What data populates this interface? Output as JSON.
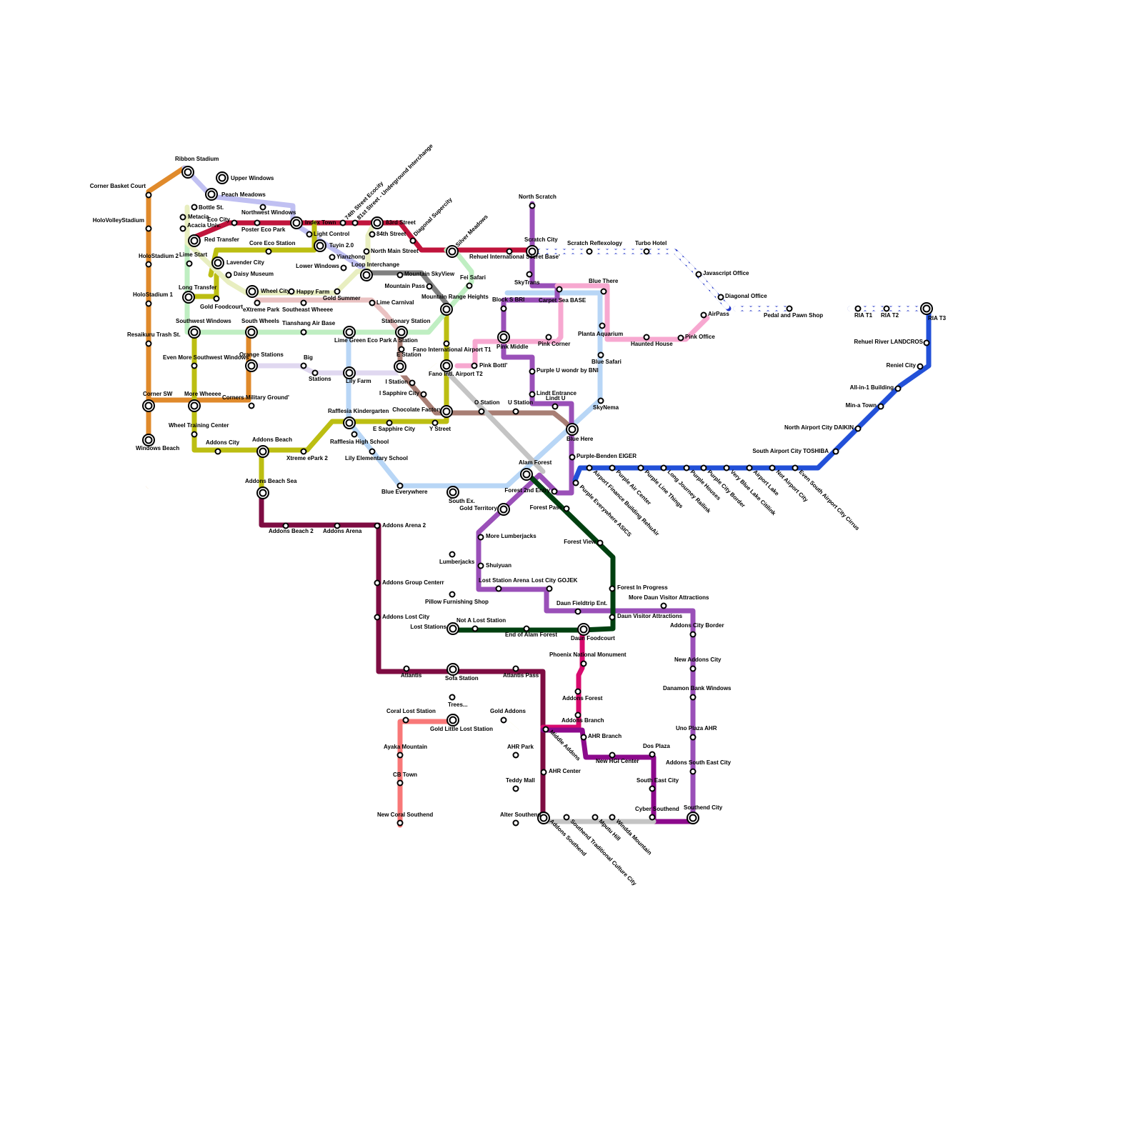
{
  "map_title": "",
  "lines": [
    {
      "id": "orange",
      "color": "#e08a2b"
    },
    {
      "id": "lavender",
      "color": "#c0c0f2"
    },
    {
      "id": "crimson",
      "color": "#c0143c"
    },
    {
      "id": "olive",
      "color": "#bcbe12"
    },
    {
      "id": "mint",
      "color": "#bfeec2"
    },
    {
      "id": "cream",
      "color": "#e8eec0"
    },
    {
      "id": "rose",
      "color": "#eac2c2"
    },
    {
      "id": "grey",
      "color": "#808080"
    },
    {
      "id": "brown",
      "color": "#a87e74"
    },
    {
      "id": "lightpurple",
      "color": "#e0d8f0"
    },
    {
      "id": "skyblue",
      "color": "#b8d6f6"
    },
    {
      "id": "purple",
      "color": "#9a50b8"
    },
    {
      "id": "pink",
      "color": "#f7a8d0"
    },
    {
      "id": "navy",
      "color": "#2236c8"
    },
    {
      "id": "blue",
      "color": "#2250d8"
    },
    {
      "id": "steel",
      "color": "#5a86dc"
    },
    {
      "id": "maroon",
      "color": "#7e0c42"
    },
    {
      "id": "darkgreen",
      "color": "#004010"
    },
    {
      "id": "magenta",
      "color": "#d80a6e"
    },
    {
      "id": "plum",
      "color": "#8c0a8c"
    },
    {
      "id": "salmon",
      "color": "#f87878"
    },
    {
      "id": "silver",
      "color": "#c4c4c4"
    },
    {
      "id": "paleyellow",
      "color": "#e8e48a"
    }
  ],
  "stations": [
    {
      "label": "Ribbon Stadium"
    },
    {
      "label": "Upper Windows"
    },
    {
      "label": "Peach Meadows"
    },
    {
      "label": "Corner Basket Court"
    },
    {
      "label": "Bottle St."
    },
    {
      "label": "Metacia"
    },
    {
      "label": "HoloVolleyStadium"
    },
    {
      "label": "Acacia Univ."
    },
    {
      "label": "Red Transfer"
    },
    {
      "label": "Eco City"
    },
    {
      "label": "Northwest Windows"
    },
    {
      "label": "Poster Eco Park"
    },
    {
      "label": "Index Town"
    },
    {
      "label": "74th Street Ecocity"
    },
    {
      "label": "81st Street - Underground Interchange"
    },
    {
      "label": "83rd Street"
    },
    {
      "label": "84th Street"
    },
    {
      "label": "Diagonal Supercity"
    },
    {
      "label": "Light Control"
    },
    {
      "label": "Tuyin 2.0"
    },
    {
      "label": "Core Eco Station"
    },
    {
      "label": "North Main Street"
    },
    {
      "label": "Silver Meadows"
    },
    {
      "label": "Yianzhong"
    },
    {
      "label": "Lavender City"
    },
    {
      "label": "Loop Interchange"
    },
    {
      "label": "Lower Windows"
    },
    {
      "label": "HoloStadium 2"
    },
    {
      "label": "Lime Start"
    },
    {
      "label": "Daisy Museum"
    },
    {
      "label": "Mountain SkyView"
    },
    {
      "label": "Fei Safari"
    },
    {
      "label": "Mountain Pass"
    },
    {
      "label": "Long Transfer"
    },
    {
      "label": "Wheel City"
    },
    {
      "label": "Happy Farm"
    },
    {
      "label": "Gold Summer"
    },
    {
      "label": "HoloStadium 1"
    },
    {
      "label": "Gold Foodcourt"
    },
    {
      "label": "eXtreme Park"
    },
    {
      "label": "Southeast Wheeee"
    },
    {
      "label": "Lime Carnival"
    },
    {
      "label": "Mountain Range Heights"
    },
    {
      "label": "Southwest Windows"
    },
    {
      "label": "South Wheels"
    },
    {
      "label": "Tianshang Air Base"
    },
    {
      "label": "Lime Green Eco Park"
    },
    {
      "label": "Stationary Station"
    },
    {
      "label": "A Station"
    },
    {
      "label": "Resaikuru Trash St."
    },
    {
      "label": "Fano International Airport T1"
    },
    {
      "label": "Even More Southwest Windows"
    },
    {
      "label": "Orange Stations"
    },
    {
      "label": "Big"
    },
    {
      "label": "E Station"
    },
    {
      "label": "Stations"
    },
    {
      "label": "Lily Farm"
    },
    {
      "label": "Fano Intl. Airport T2"
    },
    {
      "label": "Pink Bottl'"
    },
    {
      "label": "I Station"
    },
    {
      "label": "I Sapphire City"
    },
    {
      "label": "Corner SW"
    },
    {
      "label": "More Wheeee"
    },
    {
      "label": "Corners Military Ground'"
    },
    {
      "label": "Rafflesia Kindergarten"
    },
    {
      "label": "Chocolate Factory"
    },
    {
      "label": "O Station"
    },
    {
      "label": "U Station"
    },
    {
      "label": "Wheel Training Center"
    },
    {
      "label": "E Sapphire City"
    },
    {
      "label": "Y Street"
    },
    {
      "label": "Rafflesia High School"
    },
    {
      "label": "Windows Beach"
    },
    {
      "label": "Addons City"
    },
    {
      "label": "Addons Beach"
    },
    {
      "label": "Xtreme ePark 2"
    },
    {
      "label": "Lily Elementary School"
    },
    {
      "label": "Addons Beach Sea"
    },
    {
      "label": "Blue Everywhere"
    },
    {
      "label": "South Ex."
    },
    {
      "label": "Addons Beach 2"
    },
    {
      "label": "Addons Arena"
    },
    {
      "label": "Addons Arena 2"
    },
    {
      "label": "Lumberjacks"
    },
    {
      "label": "Addons Group Centerr"
    },
    {
      "label": "Pillow Furnishing Shop"
    },
    {
      "label": "Addons Lost City"
    },
    {
      "label": "Lost Stations"
    },
    {
      "label": "Not A Lost Station"
    },
    {
      "label": "End of Alam Forest"
    },
    {
      "label": "Atlantis"
    },
    {
      "label": "Sofa Station"
    },
    {
      "label": "Atlantis Pass"
    },
    {
      "label": "Trees..."
    },
    {
      "label": "Coral Lost Station"
    },
    {
      "label": "Gold Little Lost Station"
    },
    {
      "label": "Gold Addons"
    },
    {
      "label": "Ayaka Mountain"
    },
    {
      "label": "AHR Park"
    },
    {
      "label": "CB Town"
    },
    {
      "label": "Teddy Mall"
    },
    {
      "label": "New Coral Southend"
    },
    {
      "label": "Alter Southend"
    },
    {
      "label": "North Scratch"
    },
    {
      "label": "Scratch City"
    },
    {
      "label": "Scratch Reflexology"
    },
    {
      "label": "Turbo Hotel"
    },
    {
      "label": "Rehuel International Secret Base'"
    },
    {
      "label": "SkyTrans"
    },
    {
      "label": "Blue There"
    },
    {
      "label": "Carpet Sea BASE"
    },
    {
      "label": "Block S BRI"
    },
    {
      "label": "Javascript Office"
    },
    {
      "label": "Diagonal Office"
    },
    {
      "label": "AirPass"
    },
    {
      "label": "Pedal and Pawn Shop"
    },
    {
      "label": "RIA T1"
    },
    {
      "label": "RIA T2"
    },
    {
      "label": "RIA T3"
    },
    {
      "label": "Planta Aquarium"
    },
    {
      "label": "Haunted House"
    },
    {
      "label": "Pink Office"
    },
    {
      "label": "Pink Middle"
    },
    {
      "label": "Pink Corner"
    },
    {
      "label": "Blue Safari"
    },
    {
      "label": "Purple U wondr by BNI"
    },
    {
      "label": "Lindt Entrance"
    },
    {
      "label": "Lindt U"
    },
    {
      "label": "SkyNema"
    },
    {
      "label": "Blue Here"
    },
    {
      "label": "Rehuel River LANDCROS"
    },
    {
      "label": "Reniel City"
    },
    {
      "label": "All-in-1 Building"
    },
    {
      "label": "Min-a Town"
    },
    {
      "label": "North Airport City DAIKIN"
    },
    {
      "label": "South Airport City TOSHIBA"
    },
    {
      "label": "Purple-Benden EIGER"
    },
    {
      "label": "Airport Finance Building RehuAir"
    },
    {
      "label": "Purple Air Center"
    },
    {
      "label": "Purple Line Things"
    },
    {
      "label": "Long Journey Railink"
    },
    {
      "label": "Purple Houses"
    },
    {
      "label": "Purple City Border"
    },
    {
      "label": "Very Blue Lake Citilink"
    },
    {
      "label": "Airport Lake"
    },
    {
      "label": "Not Airport City"
    },
    {
      "label": "Even South Airport City Cirrus"
    },
    {
      "label": "Alam Forest"
    },
    {
      "label": "Forest 2nd Entry"
    },
    {
      "label": "Purple Everywhere ASICS"
    },
    {
      "label": "Gold Territory"
    },
    {
      "label": "Forest Pass"
    },
    {
      "label": "More Lumberjacks"
    },
    {
      "label": "Forest View"
    },
    {
      "label": "Shuiyuan"
    },
    {
      "label": "Lost Station Arena"
    },
    {
      "label": "Lost City GOJEK"
    },
    {
      "label": "Forest In Progress"
    },
    {
      "label": "More Daun Visitor Attractions"
    },
    {
      "label": "Daun Fieldtrip Ent."
    },
    {
      "label": "Daun Visitor Attractions"
    },
    {
      "label": "Addons City Border"
    },
    {
      "label": "Daun Foodcourt"
    },
    {
      "label": "Phoenix National Monument"
    },
    {
      "label": "New Addons City"
    },
    {
      "label": "Danamon Bank Windows"
    },
    {
      "label": "Addons Forest"
    },
    {
      "label": "Addons Branch"
    },
    {
      "label": "Middle Addons"
    },
    {
      "label": "AHR Branch"
    },
    {
      "label": "Uno Plaza AHR"
    },
    {
      "label": "Dos Plaza"
    },
    {
      "label": "New HGI Center"
    },
    {
      "label": "AHR Center"
    },
    {
      "label": "Addons South East City"
    },
    {
      "label": "South East City"
    },
    {
      "label": "Cyber Southend"
    },
    {
      "label": "Southend City"
    },
    {
      "label": "Addons Southend"
    },
    {
      "label": "Southend Traditional Culture City"
    },
    {
      "label": "Mputu Hill"
    },
    {
      "label": "Windda Mountain"
    }
  ]
}
